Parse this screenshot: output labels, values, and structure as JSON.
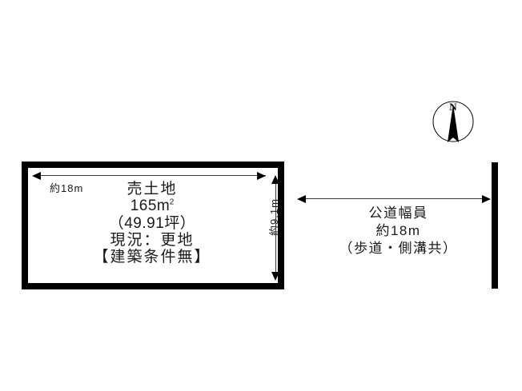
{
  "diagram": {
    "type": "land-plot-floorplan",
    "background_color": "#ffffff",
    "line_color": "#000000",
    "text_color": "#1a1a1a"
  },
  "parcel": {
    "border_color": "#000000",
    "fill_color": "#ffffff",
    "lines": [
      "売土地",
      "165",
      "（49.91坪）",
      "現況：更地",
      "【建築条件無】"
    ],
    "title": "売土地",
    "area_value": "165",
    "area_unit_base": "m",
    "area_unit_exponent": "2",
    "area_tsubo": "（49.91坪）",
    "condition": "現況：更地",
    "note": "【建築条件無】"
  },
  "dimensions": {
    "width_label": "約18m",
    "depth_label": "約9.1m"
  },
  "road": {
    "title": "公道幅員",
    "width": "約18m",
    "detail": "（歩道・側溝共）"
  },
  "compass": {
    "label": "N",
    "needle_color": "#000000",
    "ring_color": "#000000"
  }
}
